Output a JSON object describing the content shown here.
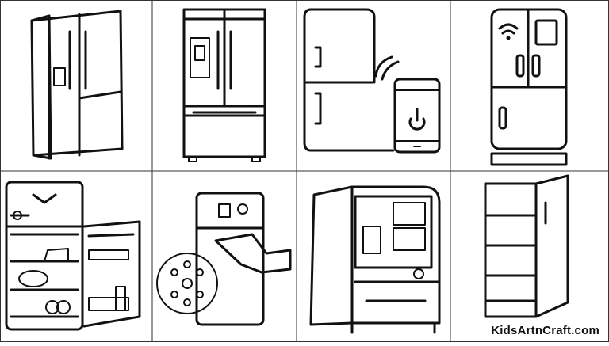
{
  "panels": [
    {
      "id": 1,
      "subject": "side-by-side-fridge-icon"
    },
    {
      "id": 2,
      "subject": "french-door-fridge-icon"
    },
    {
      "id": 3,
      "subject": "smart-fridge-phone-icon"
    },
    {
      "id": 4,
      "subject": "smart-fridge-wifi-icon"
    },
    {
      "id": 5,
      "subject": "open-fridge-food-icon"
    },
    {
      "id": 6,
      "subject": "cleaning-fridge-icon"
    },
    {
      "id": 7,
      "subject": "vintage-open-fridge-icon"
    },
    {
      "id": 8,
      "subject": "open-tall-fridge-icon"
    }
  ],
  "watermark": "KidsArtnCraft.com"
}
